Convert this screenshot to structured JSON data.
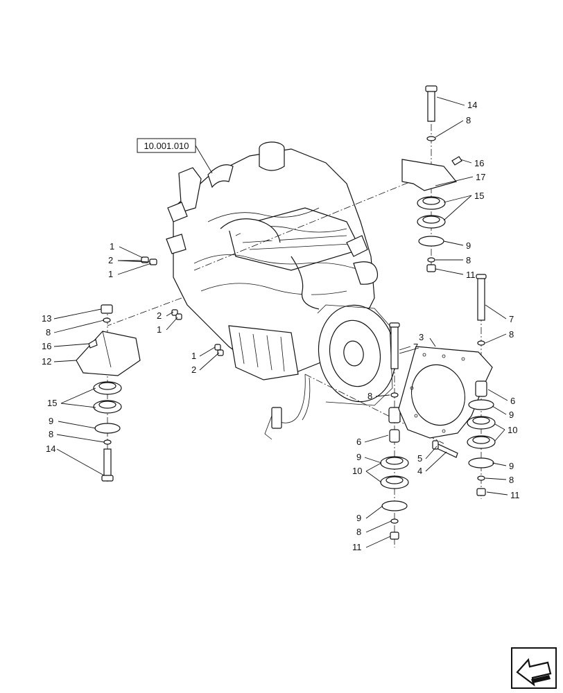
{
  "reference_box": {
    "text": "10.001.010"
  },
  "callouts": [
    {
      "id": "c14a",
      "text": "14"
    },
    {
      "id": "c8a",
      "text": "8"
    },
    {
      "id": "c16a",
      "text": "16"
    },
    {
      "id": "c17",
      "text": "17"
    },
    {
      "id": "c15a",
      "text": "15"
    },
    {
      "id": "c9a",
      "text": "9"
    },
    {
      "id": "c8b",
      "text": "8"
    },
    {
      "id": "c11a",
      "text": "11"
    },
    {
      "id": "c7a",
      "text": "7"
    },
    {
      "id": "c8c",
      "text": "8"
    },
    {
      "id": "c7b",
      "text": "7"
    },
    {
      "id": "c3",
      "text": "3"
    },
    {
      "id": "c6a",
      "text": "6"
    },
    {
      "id": "c9b",
      "text": "9"
    },
    {
      "id": "c10a",
      "text": "10"
    },
    {
      "id": "c9c",
      "text": "9"
    },
    {
      "id": "c8d",
      "text": "8"
    },
    {
      "id": "c11b",
      "text": "11"
    },
    {
      "id": "c1a",
      "text": "1"
    },
    {
      "id": "c2a",
      "text": "2"
    },
    {
      "id": "c1b",
      "text": "1"
    },
    {
      "id": "c13",
      "text": "13"
    },
    {
      "id": "c8e",
      "text": "8"
    },
    {
      "id": "c16b",
      "text": "16"
    },
    {
      "id": "c12",
      "text": "12"
    },
    {
      "id": "c2b",
      "text": "2"
    },
    {
      "id": "c1c",
      "text": "1"
    },
    {
      "id": "c1d",
      "text": "1"
    },
    {
      "id": "c2c",
      "text": "2"
    },
    {
      "id": "c15b",
      "text": "15"
    },
    {
      "id": "c9d",
      "text": "9"
    },
    {
      "id": "c8f",
      "text": "8"
    },
    {
      "id": "c14b",
      "text": "14"
    },
    {
      "id": "c8g",
      "text": "8"
    },
    {
      "id": "c6b",
      "text": "6"
    },
    {
      "id": "c9e",
      "text": "9"
    },
    {
      "id": "c10b",
      "text": "10"
    },
    {
      "id": "c5",
      "text": "5"
    },
    {
      "id": "c4",
      "text": "4"
    },
    {
      "id": "c9f",
      "text": "9"
    },
    {
      "id": "c8h",
      "text": "8"
    },
    {
      "id": "c11c",
      "text": "11"
    }
  ],
  "icons": {
    "navigation": "previous-page-arrow-icon"
  }
}
